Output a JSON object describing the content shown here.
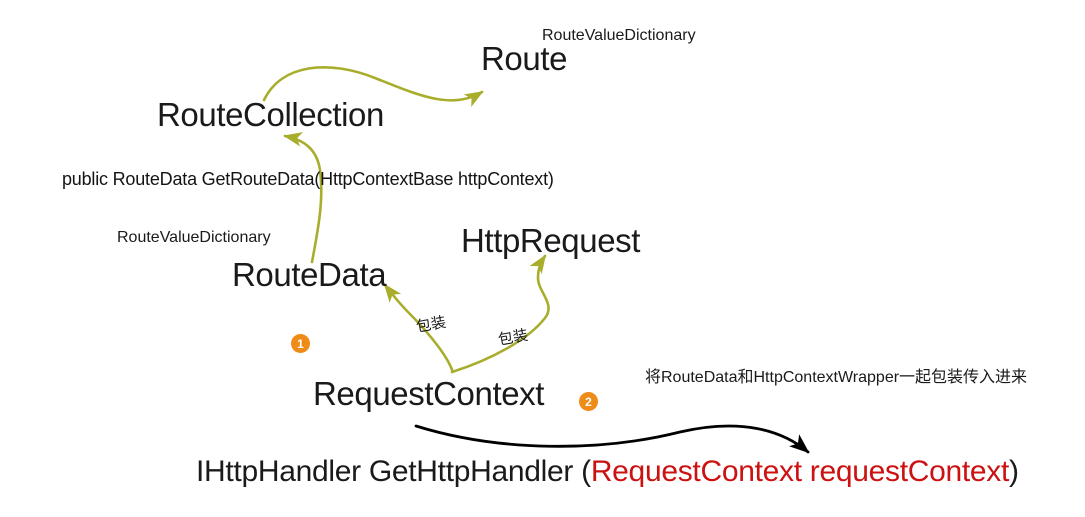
{
  "diagram": {
    "title_nodes": {
      "route": "Route",
      "route_collection": "RouteCollection",
      "route_data": "RouteData",
      "http_request": "HttpRequest",
      "request_context": "RequestContext"
    },
    "annotations": {
      "route_value_dictionary_top": "RouteValueDictionary",
      "route_value_dictionary_left": "RouteValueDictionary",
      "method_signature": "public RouteData GetRouteData(HttpContextBase httpContext)",
      "wrap_left": "包装",
      "wrap_right": "包装",
      "wrapper_note": "将RouteData和HttpContextWrapper一起包装传入进来"
    },
    "badges": [
      {
        "number": "1"
      },
      {
        "number": "2"
      }
    ],
    "bottom_signature": {
      "prefix": "IHttpHandler GetHttpHandler (",
      "highlight": "RequestContext requestContext",
      "suffix": ")"
    },
    "colors": {
      "arrow_olive": "#a9ad2c",
      "arrow_black": "#000000",
      "badge_orange": "#ef8c18",
      "highlight_red": "#cc1111",
      "text_black": "#1a1a1a",
      "background": "#ffffff"
    }
  }
}
